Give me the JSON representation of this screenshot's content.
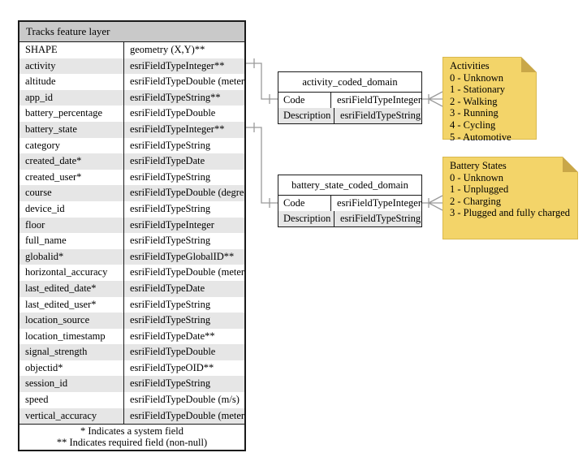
{
  "main_table": {
    "title": "Tracks feature layer",
    "fields": [
      {
        "name": "SHAPE",
        "type": "geometry (X,Y)**"
      },
      {
        "name": "activity",
        "type": "esriFieldTypeInteger**"
      },
      {
        "name": "altitude",
        "type": "esriFieldTypeDouble (meters)"
      },
      {
        "name": "app_id",
        "type": "esriFieldTypeString**"
      },
      {
        "name": "battery_percentage",
        "type": "esriFieldTypeDouble"
      },
      {
        "name": "battery_state",
        "type": "esriFieldTypeInteger**"
      },
      {
        "name": "category",
        "type": "esriFieldTypeString"
      },
      {
        "name": "created_date*",
        "type": "esriFieldTypeDate"
      },
      {
        "name": "created_user*",
        "type": "esriFieldTypeString"
      },
      {
        "name": "course",
        "type": "esriFieldTypeDouble (degrees)"
      },
      {
        "name": "device_id",
        "type": "esriFieldTypeString"
      },
      {
        "name": "floor",
        "type": "esriFieldTypeInteger"
      },
      {
        "name": "full_name",
        "type": "esriFieldTypeString"
      },
      {
        "name": "globalid*",
        "type": "esriFieldTypeGlobalID**"
      },
      {
        "name": "horizontal_accuracy",
        "type": "esriFieldTypeDouble (meters)"
      },
      {
        "name": "last_edited_date*",
        "type": "esriFieldTypeDate"
      },
      {
        "name": "last_edited_user*",
        "type": "esriFieldTypeString"
      },
      {
        "name": "location_source",
        "type": "esriFieldTypeString"
      },
      {
        "name": "location_timestamp",
        "type": "esriFieldTypeDate**"
      },
      {
        "name": "signal_strength",
        "type": "esriFieldTypeDouble"
      },
      {
        "name": "objectid*",
        "type": "esriFieldTypeOID**"
      },
      {
        "name": "session_id",
        "type": "esriFieldTypeString"
      },
      {
        "name": "speed",
        "type": "esriFieldTypeDouble (m/s)"
      },
      {
        "name": "vertical_accuracy",
        "type": "esriFieldTypeDouble (meters)"
      }
    ],
    "footnotes": [
      "* Indicates a system field",
      "** Indicates required field (non-null)"
    ]
  },
  "domain_tables": [
    {
      "title": "activity_coded_domain",
      "rows": [
        {
          "name": "Code",
          "type": "esriFieldTypeInteger"
        },
        {
          "name": "Description",
          "type": "esriFieldTypeString"
        }
      ]
    },
    {
      "title": "battery_state_coded_domain",
      "rows": [
        {
          "name": "Code",
          "type": "esriFieldTypeInteger"
        },
        {
          "name": "Description",
          "type": "esriFieldTypeString"
        }
      ]
    }
  ],
  "notes": [
    {
      "title": "Activities",
      "items": [
        "0 - Unknown",
        "1 - Stationary",
        "2 - Walking",
        "3 - Running",
        "4 - Cycling",
        "5 - Automotive"
      ]
    },
    {
      "title": "Battery States",
      "items": [
        "0 - Unknown",
        "1 - Unplugged",
        "2 - Charging",
        "3 - Plugged and fully charged"
      ]
    }
  ],
  "colors": {
    "table_header_bg": "#c9c9c9",
    "row_alt_bg": "#e6e6e6",
    "note_bg": "#f3d469",
    "note_fold": "#c9a748",
    "connector": "#9a9a9a",
    "border": "#1a1a1a"
  }
}
